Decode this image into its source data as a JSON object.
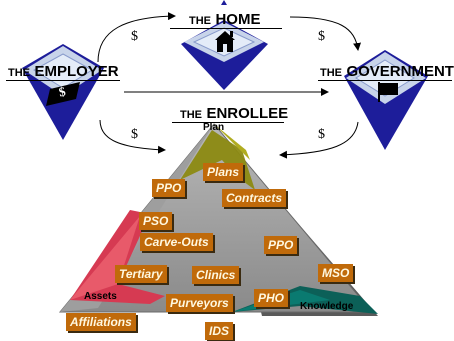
{
  "nodes": {
    "home": {
      "the": "THE",
      "word": "HOME",
      "icon": "house-icon"
    },
    "employer": {
      "the": "THE",
      "word": "EMPLOYER",
      "icon": "money-icon",
      "icon_text": "$"
    },
    "government": {
      "the": "THE",
      "word": "GOVERNMENT",
      "icon": "flag-icon"
    }
  },
  "enrollee": {
    "the": "THE",
    "word": "ENROLLEE"
  },
  "flows": {
    "d1": "$",
    "d2": "$",
    "d3": "$",
    "d4": "$"
  },
  "pyramid": {
    "apex": "Plan",
    "left_corner": "Assets",
    "right_corner": "Knowledge",
    "labels": [
      "Plans",
      "PPO",
      "Contracts",
      "PSO",
      "Carve-Outs",
      "PPO",
      "Tertiary",
      "Clinics",
      "MSO",
      "Purveyors",
      "PHO",
      "Affiliations",
      "IDS"
    ]
  },
  "colors": {
    "box": "#c06a0a",
    "box_text": "#fff8e0",
    "yellow_band": "#8c8a12",
    "red_band": "#d63a52",
    "teal_band": "#0c6058",
    "pyramid": "#8c8c8c",
    "diamond": "#2f2fbf"
  }
}
